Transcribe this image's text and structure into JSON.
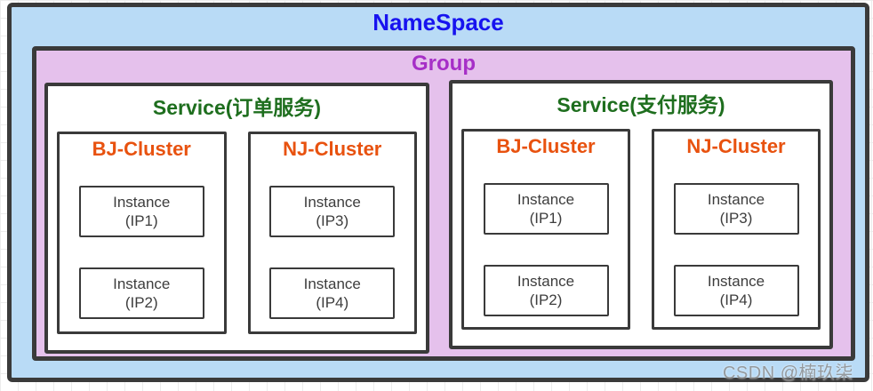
{
  "namespace": {
    "title": "NameSpace",
    "group": {
      "title": "Group",
      "services": [
        {
          "title": "Service(订单服务)",
          "clusters": [
            {
              "title": "BJ-Cluster",
              "instances": [
                {
                  "line1": "Instance",
                  "line2": "(IP1)"
                },
                {
                  "line1": "Instance",
                  "line2": "(IP2)"
                }
              ]
            },
            {
              "title": "NJ-Cluster",
              "instances": [
                {
                  "line1": "Instance",
                  "line2": "(IP3)"
                },
                {
                  "line1": "Instance",
                  "line2": "(IP4)"
                }
              ]
            }
          ]
        },
        {
          "title": "Service(支付服务)",
          "clusters": [
            {
              "title": "BJ-Cluster",
              "instances": [
                {
                  "line1": "Instance",
                  "line2": "(IP1)"
                },
                {
                  "line1": "Instance",
                  "line2": "(IP2)"
                }
              ]
            },
            {
              "title": "NJ-Cluster",
              "instances": [
                {
                  "line1": "Instance",
                  "line2": "(IP3)"
                },
                {
                  "line1": "Instance",
                  "line2": "(IP4)"
                }
              ]
            }
          ]
        }
      ]
    }
  },
  "watermark": "CSDN @楠玖柒",
  "colors": {
    "namespace_fill": "#b9dbf6",
    "namespace_title": "#1713ef",
    "group_fill": "#e5c1ec",
    "group_title": "#a62fc7",
    "service_title": "#1e6e1e",
    "cluster_title": "#e8520f",
    "instance_text": "#3d3d3d",
    "border": "#3a3a3a",
    "grid_line": "#ececec"
  }
}
